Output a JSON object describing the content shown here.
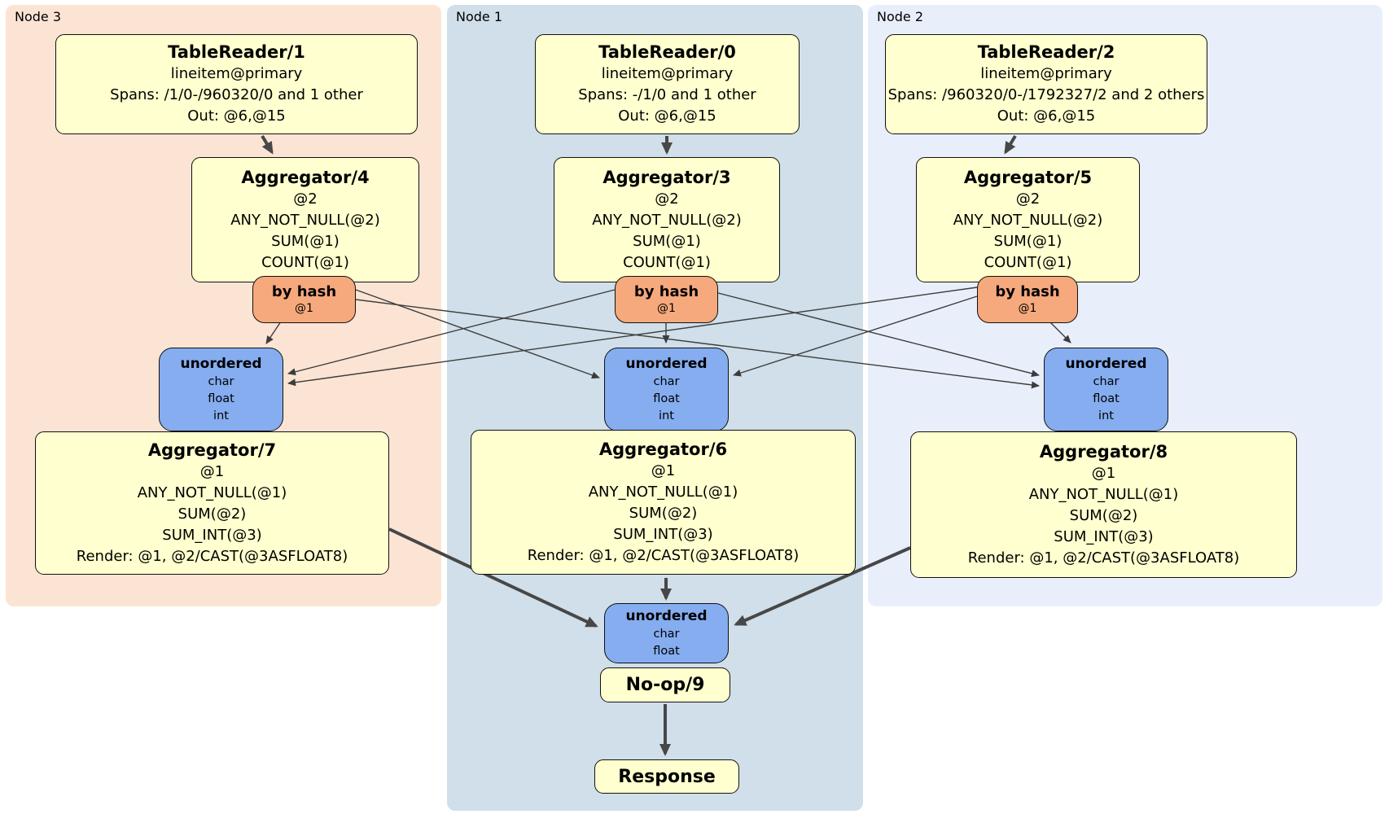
{
  "regions": {
    "node3": {
      "label": "Node 3"
    },
    "node1": {
      "label": "Node 1"
    },
    "node2": {
      "label": "Node 2"
    }
  },
  "boxes": {
    "tr1": {
      "title": "TableReader/1",
      "lines": [
        "lineitem@primary",
        "Spans: /1/0-/960320/0 and 1 other",
        "Out: @6,@15"
      ]
    },
    "tr0": {
      "title": "TableReader/0",
      "lines": [
        "lineitem@primary",
        "Spans: -/1/0 and 1 other",
        "Out: @6,@15"
      ]
    },
    "tr2": {
      "title": "TableReader/2",
      "lines": [
        "lineitem@primary",
        "Spans: /960320/0-/1792327/2 and 2 others",
        "Out: @6,@15"
      ]
    },
    "agg4": {
      "title": "Aggregator/4",
      "lines": [
        "@2",
        "ANY_NOT_NULL(@2)",
        "SUM(@1)",
        "COUNT(@1)"
      ]
    },
    "agg3": {
      "title": "Aggregator/3",
      "lines": [
        "@2",
        "ANY_NOT_NULL(@2)",
        "SUM(@1)",
        "COUNT(@1)"
      ]
    },
    "agg5": {
      "title": "Aggregator/5",
      "lines": [
        "@2",
        "ANY_NOT_NULL(@2)",
        "SUM(@1)",
        "COUNT(@1)"
      ]
    },
    "hash3": {
      "title": "by hash",
      "sub": "@1"
    },
    "hash1": {
      "title": "by hash",
      "sub": "@1"
    },
    "hash2": {
      "title": "by hash",
      "sub": "@1"
    },
    "uno3": {
      "title": "unordered",
      "lines": [
        "char",
        "float",
        "int"
      ]
    },
    "uno1": {
      "title": "unordered",
      "lines": [
        "char",
        "float",
        "int"
      ]
    },
    "uno2": {
      "title": "unordered",
      "lines": [
        "char",
        "float",
        "int"
      ]
    },
    "agg7": {
      "title": "Aggregator/7",
      "lines": [
        "@1",
        "ANY_NOT_NULL(@1)",
        "SUM(@2)",
        "SUM_INT(@3)",
        "Render: @1, @2/CAST(@3ASFLOAT8)"
      ]
    },
    "agg6": {
      "title": "Aggregator/6",
      "lines": [
        "@1",
        "ANY_NOT_NULL(@1)",
        "SUM(@2)",
        "SUM_INT(@3)",
        "Render: @1, @2/CAST(@3ASFLOAT8)"
      ]
    },
    "agg8": {
      "title": "Aggregator/8",
      "lines": [
        "@1",
        "ANY_NOT_NULL(@1)",
        "SUM(@2)",
        "SUM_INT(@3)",
        "Render: @1, @2/CAST(@3ASFLOAT8)"
      ]
    },
    "unoF": {
      "title": "unordered",
      "lines": [
        "char",
        "float"
      ]
    },
    "noop": {
      "title": "No-op/9"
    },
    "resp": {
      "title": "Response"
    }
  },
  "colors": {
    "node3_bg": "#fce4d4",
    "node1_bg": "#d0dfe9",
    "node2_bg": "#e9effa",
    "processor_fill": "#ffffcf",
    "router_fill": "#f6a97c",
    "sync_fill": "#85adf0",
    "box_border": "#111111",
    "edge": "#474747"
  }
}
